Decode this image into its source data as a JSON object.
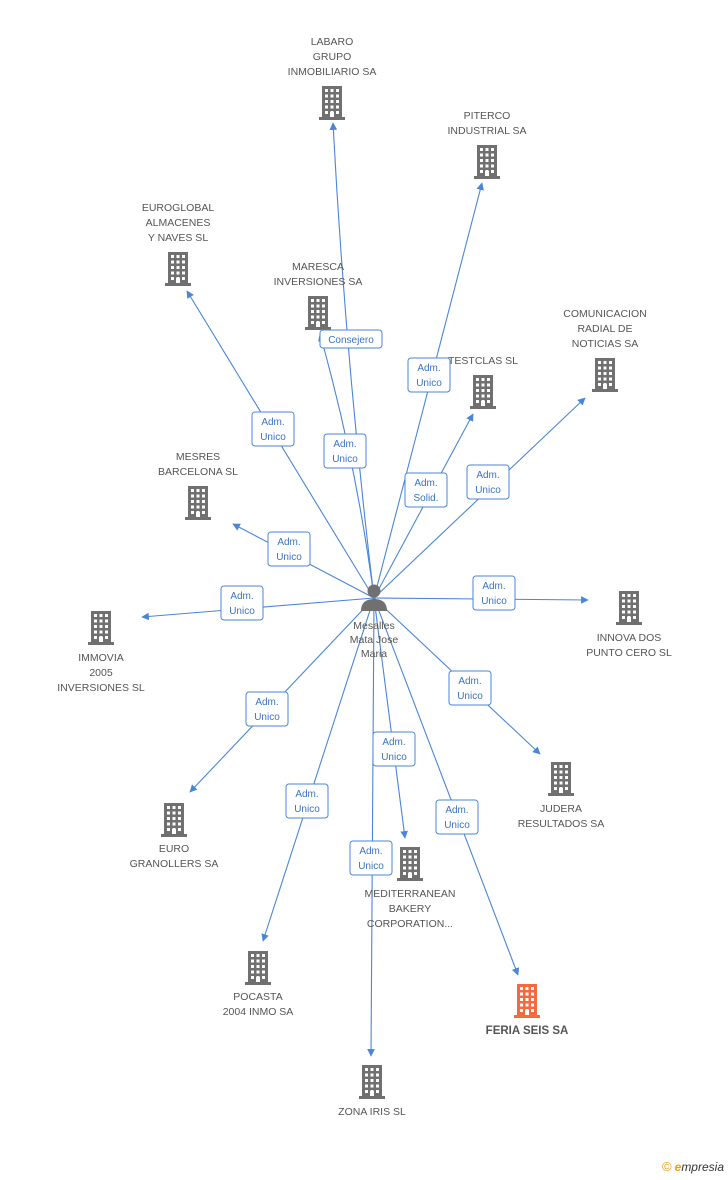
{
  "colors": {
    "edge": "#4a86d8",
    "node": "#707070",
    "highlight": "#f26a3d"
  },
  "center": {
    "name": [
      "Mesalles",
      "Mata Jose",
      "Maria"
    ],
    "icon": "person-icon"
  },
  "nodes": [
    {
      "id": "labaro",
      "lines": [
        "LABARO",
        "GRUPO",
        "INMOBILIARIO SA"
      ]
    },
    {
      "id": "piterco",
      "lines": [
        "PITERCO",
        "INDUSTRIAL SA"
      ]
    },
    {
      "id": "euroglobal",
      "lines": [
        "EUROGLOBAL",
        "ALMACENES",
        "Y NAVES SL"
      ]
    },
    {
      "id": "maresca",
      "lines": [
        "MARESCA",
        "INVERSIONES SA"
      ]
    },
    {
      "id": "comunicacion",
      "lines": [
        "COMUNICACION",
        "RADIAL DE",
        "NOTICIAS SA"
      ]
    },
    {
      "id": "testclas",
      "lines": [
        "TESTCLAS SL"
      ]
    },
    {
      "id": "mesres",
      "lines": [
        "MESRES",
        "BARCELONA SL"
      ]
    },
    {
      "id": "immovia",
      "lines": [
        "IMMOVIA",
        "2005",
        "INVERSIONES SL"
      ]
    },
    {
      "id": "innova",
      "lines": [
        "INNOVA DOS",
        "PUNTO CERO SL"
      ]
    },
    {
      "id": "judera",
      "lines": [
        "JUDERA",
        "RESULTADOS SA"
      ]
    },
    {
      "id": "euro",
      "lines": [
        "EURO",
        "GRANOLLERS SA"
      ]
    },
    {
      "id": "mediterranean",
      "lines": [
        "MEDITERRANEAN",
        "BAKERY",
        "CORPORATION..."
      ]
    },
    {
      "id": "pocasta",
      "lines": [
        "POCASTA",
        "2004 INMO SA"
      ]
    },
    {
      "id": "feria",
      "lines": [
        "FERIA SEIS SA"
      ],
      "highlight": true
    },
    {
      "id": "zona",
      "lines": [
        "ZONA IRIS SL"
      ]
    }
  ],
  "edges": [
    {
      "to": "labaro",
      "label": [
        "Consejero"
      ]
    },
    {
      "to": "piterco",
      "label": [
        "Adm.",
        "Unico"
      ]
    },
    {
      "to": "euroglobal",
      "label": [
        "Adm.",
        "Unico"
      ]
    },
    {
      "to": "maresca",
      "label": [
        "Adm.",
        "Unico"
      ]
    },
    {
      "to": "testclas",
      "label": [
        "Adm.",
        "Solid."
      ]
    },
    {
      "to": "comunicacion",
      "label": [
        "Adm.",
        "Unico"
      ]
    },
    {
      "to": "mesres",
      "label": [
        "Adm.",
        "Unico"
      ]
    },
    {
      "to": "immovia",
      "label": [
        "Adm.",
        "Unico"
      ]
    },
    {
      "to": "innova",
      "label": [
        "Adm.",
        "Unico"
      ]
    },
    {
      "to": "judera",
      "label": [
        "Adm.",
        "Unico"
      ]
    },
    {
      "to": "euro",
      "label": [
        "Adm.",
        "Unico"
      ]
    },
    {
      "to": "mediterranean",
      "label": [
        "Adm.",
        "Unico"
      ]
    },
    {
      "to": "pocasta",
      "label": [
        "Adm.",
        "Unico"
      ]
    },
    {
      "to": "feria",
      "label": [
        "Adm.",
        "Unico"
      ]
    },
    {
      "to": "zona",
      "label": [
        "Adm.",
        "Unico"
      ]
    }
  ],
  "footer": {
    "copyright": "©",
    "brand_e": "e",
    "brand_rest": "mpresia"
  }
}
